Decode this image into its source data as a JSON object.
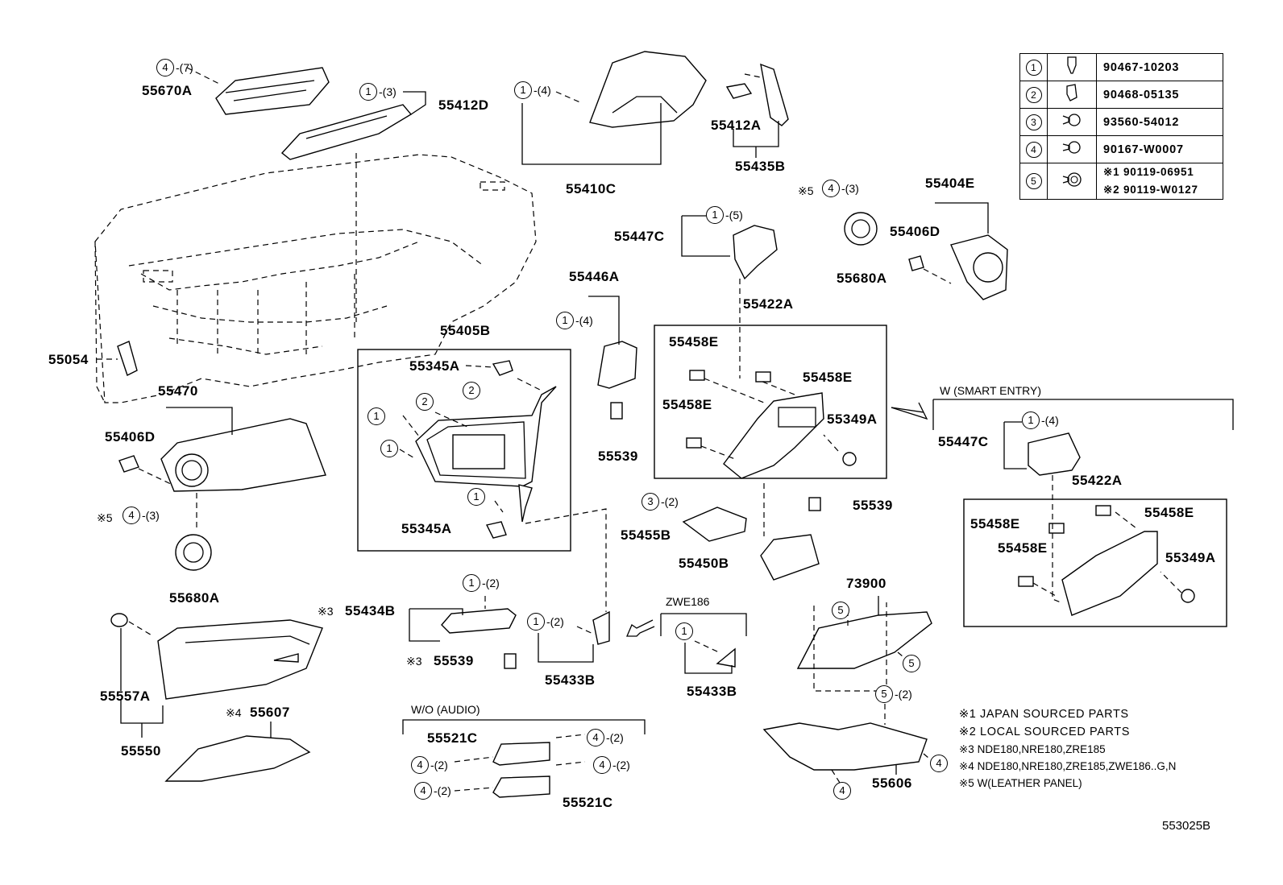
{
  "callouts": {
    "p55670A": "55670A",
    "p55412D": "55412D",
    "p55410C": "55410C",
    "p55412A": "55412A",
    "p55435B": "55435B",
    "p55404E": "55404E",
    "p55406D_r": "55406D",
    "p55680A_r": "55680A",
    "p55447C_t": "55447C",
    "p55446A": "55446A",
    "p55422A_t": "55422A",
    "p55405B": "55405B",
    "p55054": "55054",
    "p55470": "55470",
    "p55406D_l": "55406D",
    "p55345A_t": "55345A",
    "p55345A_b": "55345A",
    "p55539_a": "55539",
    "p55458E_1": "55458E",
    "p55458E_2": "55458E",
    "p55458E_3": "55458E",
    "p55349A_t": "55349A",
    "p55539_b": "55539",
    "p55455B": "55455B",
    "p55450B": "55450B",
    "p55680A_l": "55680A",
    "p55434B": "55434B",
    "p55539_c": "55539",
    "p55433B_a": "55433B",
    "p55433B_b": "55433B",
    "p73900": "73900",
    "p55557A": "55557A",
    "p55550": "55550",
    "p55607": "55607",
    "p55521C_t": "55521C",
    "p55521C_b": "55521C",
    "p55606": "55606",
    "p55447C_r": "55447C",
    "p55422A_r": "55422A",
    "p55458E_4": "55458E",
    "p55458E_5": "55458E",
    "p55458E_6": "55458E",
    "p55349A_r": "55349A"
  },
  "qty": {
    "q7": "-(7)",
    "q3a": "-(3)",
    "q4a": "-(4)",
    "q3b": "-(3)",
    "q5a": "-(5)",
    "q4b": "-(4)",
    "q3c": "-(3)",
    "q2a": "-(2)",
    "q2b": "-(2)",
    "q2c": "-(2)",
    "q4c": "-(4)",
    "q2d": "-(2)",
    "q2e": "-(2)",
    "q2f": "-(2)",
    "q2g": "-(2)",
    "q2h": "-(2)"
  },
  "circles": {
    "one": "1",
    "two": "2",
    "three": "3",
    "four": "4",
    "five": "5"
  },
  "marks": {
    "m5": "※5",
    "m3": "※3",
    "m4": "※4"
  },
  "headings": {
    "smart_entry": "W (SMART ENTRY)",
    "zwe186": "ZWE186",
    "wo_audio": "W/O (AUDIO)"
  },
  "fastener_legend": [
    {
      "num": "1",
      "icon": "clip-icon",
      "part": "90467-10203"
    },
    {
      "num": "2",
      "icon": "nut-clip-icon",
      "part": "90468-05135"
    },
    {
      "num": "3",
      "icon": "screw-icon",
      "part": "93560-54012"
    },
    {
      "num": "4",
      "icon": "bolt-icon",
      "part": "90167-W0007"
    },
    {
      "num": "5",
      "icon": "bolt-washer-icon",
      "part_a": "※1 90119-06951",
      "part_b": "※2 90119-W0127"
    }
  ],
  "notes": [
    "※1  JAPAN SOURCED PARTS",
    "※2  LOCAL SOURCED PARTS",
    "※3  NDE180,NRE180,ZRE185",
    "※4  NDE180,NRE180,ZRE185,ZWE186..G,N",
    "※5 W(LEATHER PANEL)"
  ],
  "diagram_id": "553025B"
}
